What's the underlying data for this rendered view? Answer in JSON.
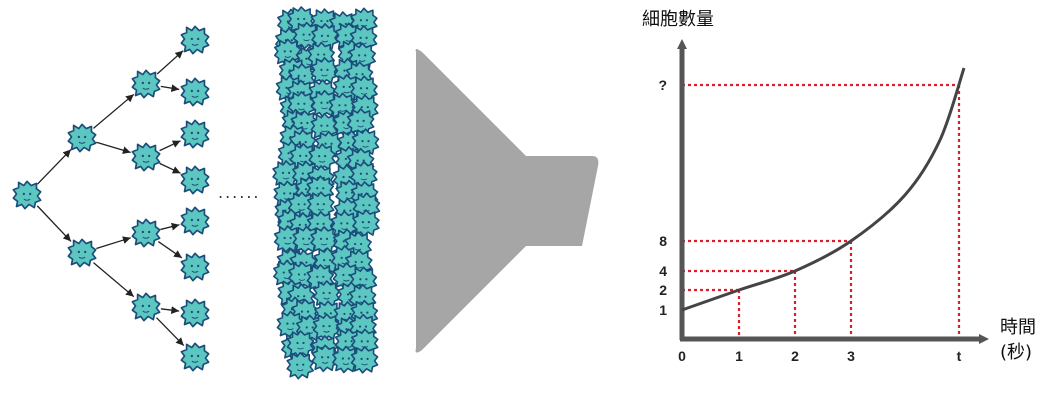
{
  "colors": {
    "cell_fill": "#5cc6c0",
    "cell_outline": "#1b4d7a",
    "funnel": "#a6a6a6",
    "axis": "#555555",
    "curve": "#444444",
    "guide": "#d9202a"
  },
  "icons": {
    "cell": "bacterium-cell-icon",
    "funnel": "funnel-icon"
  },
  "diagram": {
    "ellipsis": "......"
  },
  "chart_data": {
    "type": "line",
    "ylabel": "細胞數量",
    "xlabel_line1": "時間",
    "xlabel_line2": "(秒)",
    "x_ticks": [
      "0",
      "1",
      "2",
      "3",
      "t"
    ],
    "y_ticks": [
      "1",
      "2",
      "4",
      "8",
      "?"
    ],
    "points": [
      {
        "x": "0",
        "y": "1"
      },
      {
        "x": "1",
        "y": "2"
      },
      {
        "x": "2",
        "y": "4"
      },
      {
        "x": "3",
        "y": "8"
      },
      {
        "x": "t",
        "y": "?"
      }
    ],
    "curve": "exponential",
    "grid": false
  }
}
